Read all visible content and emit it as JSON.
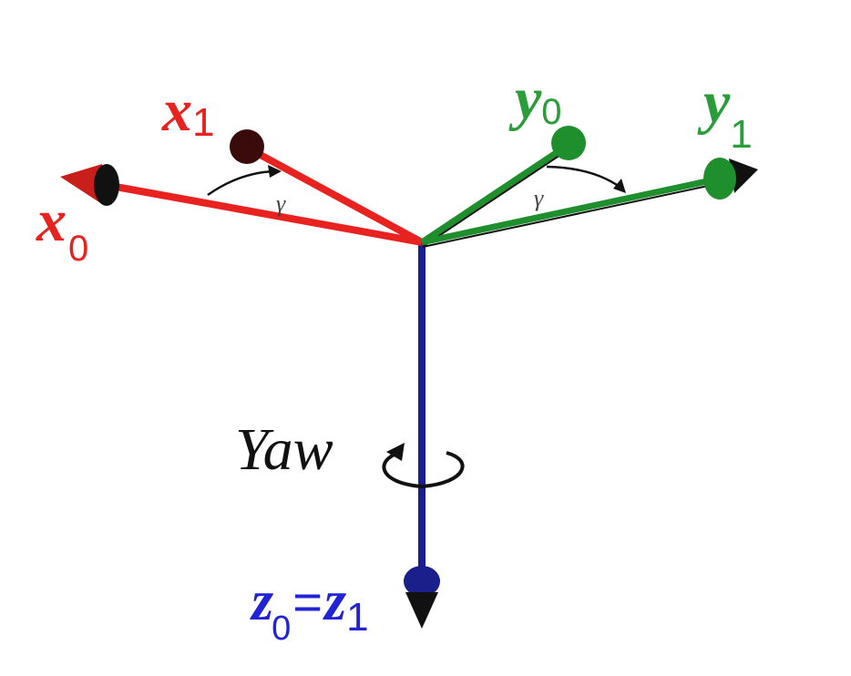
{
  "axes": {
    "x0": {
      "letter": "x",
      "subscript": "0",
      "color": "#e8231f"
    },
    "x1": {
      "letter": "x",
      "subscript": "1",
      "color": "#e8231f"
    },
    "y0": {
      "letter": "y",
      "subscript": "0",
      "color": "#2a9d3a"
    },
    "y1": {
      "letter": "y",
      "subscript": "1",
      "color": "#2a9d3a"
    },
    "z": {
      "letter_a": "z",
      "sub_a": "0",
      "equals": "=",
      "letter_b": "z",
      "sub_b": "1",
      "color": "#2323d6"
    }
  },
  "angle_symbol": "γ",
  "rotation_label": "Yaw",
  "colors": {
    "x_axis": "#e8231f",
    "y_axis": "#1f8f2e",
    "z_axis": "#1a1f8c",
    "dark": "#111111"
  }
}
